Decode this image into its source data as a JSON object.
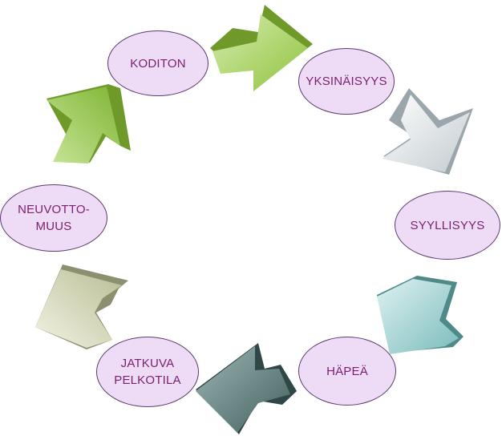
{
  "diagram": {
    "nodes": [
      {
        "id": "koditon",
        "label": "KODITON"
      },
      {
        "id": "yksinaisyys",
        "label": "YKSINÄISYYS"
      },
      {
        "id": "syyllisyys",
        "label": "SYYLLISYYS"
      },
      {
        "id": "hapea",
        "label": "HÄPEÄ"
      },
      {
        "id": "jatkuva-pelkotila",
        "label": "JATKUVA\nPELKOTILA"
      },
      {
        "id": "neuvottomuus",
        "label": "NEUVOTTO-\nMUUS"
      }
    ],
    "colors": {
      "node_fill": "#eedcf7",
      "node_border": "#5b3a6e",
      "node_text": "#7a1f6d",
      "arrow_green": "#9bc94a",
      "arrow_silver": "#c9d2d6",
      "arrow_aqua": "#86c4c4",
      "arrow_slate": "#5d7f7e",
      "arrow_khaki": "#c9ccac"
    }
  }
}
